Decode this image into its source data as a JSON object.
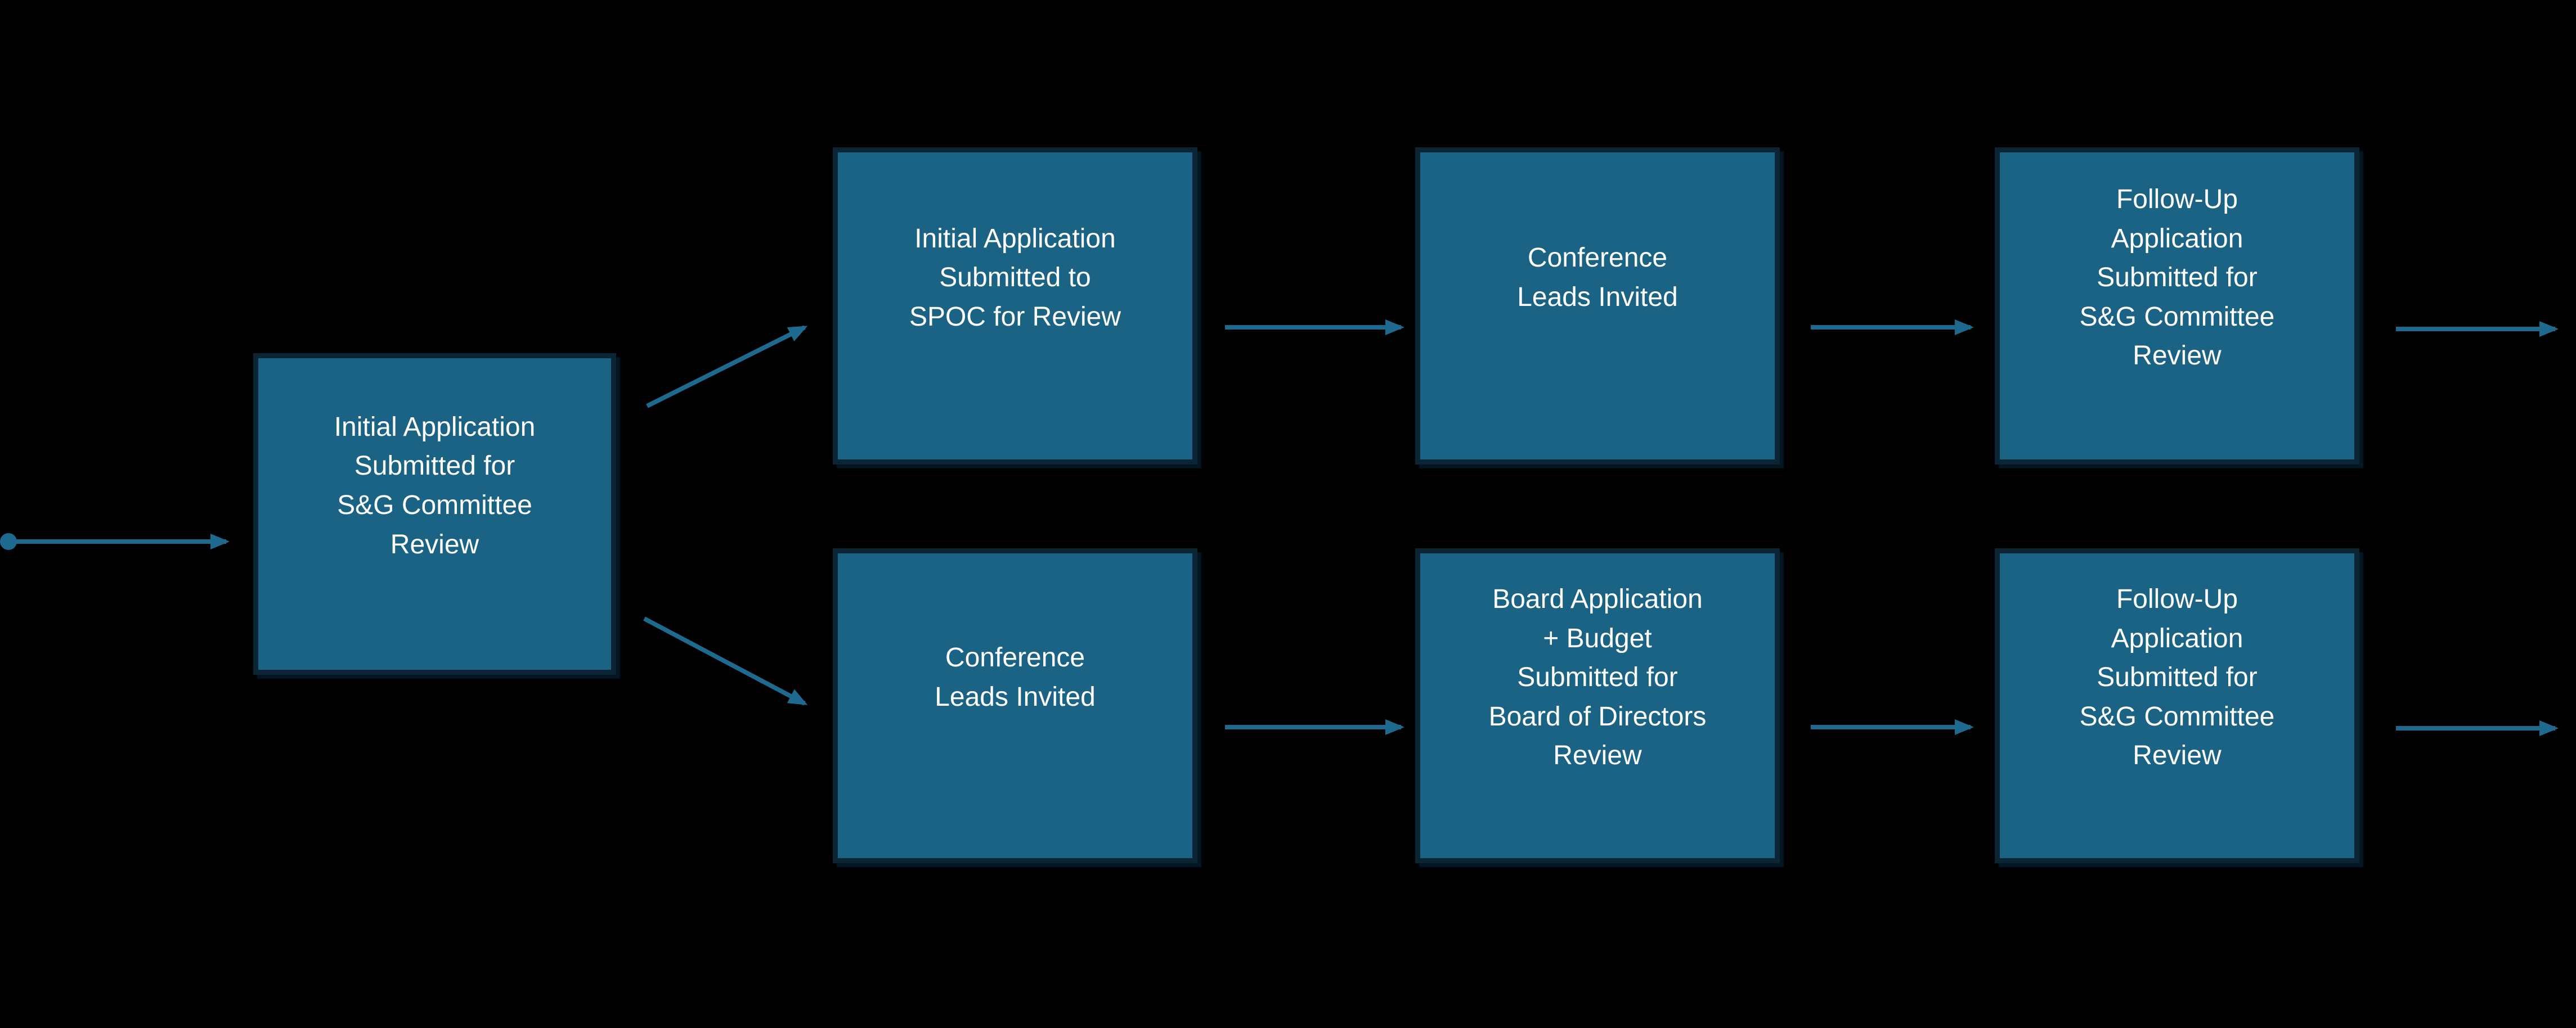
{
  "diagram": {
    "type": "flowchart",
    "colors": {
      "background": "#000000",
      "node_fill": "#1a6384",
      "node_border": "#0b2535",
      "arrow": "#1e6a8e",
      "text": "#ffffff"
    },
    "nodes": [
      {
        "id": "initial-application-sg-review",
        "label": "Initial Application\nSubmitted for\nS&G Committee\nReview"
      },
      {
        "id": "initial-application-spoc-review",
        "label": "Initial Application\nSubmitted to\nSPOC for Review"
      },
      {
        "id": "conference-leads-invited-top",
        "label": "Conference\nLeads Invited"
      },
      {
        "id": "follow-up-sg-review-top",
        "label": "Follow-Up\nApplication\nSubmitted for\nS&G Committee\nReview"
      },
      {
        "id": "conference-leads-invited-bottom",
        "label": "Conference\nLeads Invited"
      },
      {
        "id": "board-application-budget-review",
        "label": "Board Application\n+ Budget\nSubmitted for\nBoard of Directors\nReview"
      },
      {
        "id": "follow-up-sg-review-bottom",
        "label": "Follow-Up\nApplication\nSubmitted for\nS&G Committee\nReview"
      }
    ],
    "edges": [
      {
        "from": "start-dot",
        "to": "initial-application-sg-review"
      },
      {
        "from": "initial-application-sg-review",
        "to": "initial-application-spoc-review"
      },
      {
        "from": "initial-application-sg-review",
        "to": "conference-leads-invited-bottom"
      },
      {
        "from": "initial-application-spoc-review",
        "to": "conference-leads-invited-top"
      },
      {
        "from": "conference-leads-invited-top",
        "to": "follow-up-sg-review-top"
      },
      {
        "from": "follow-up-sg-review-top",
        "to": "exit-top"
      },
      {
        "from": "conference-leads-invited-bottom",
        "to": "board-application-budget-review"
      },
      {
        "from": "board-application-budget-review",
        "to": "follow-up-sg-review-bottom"
      },
      {
        "from": "follow-up-sg-review-bottom",
        "to": "exit-bottom"
      }
    ]
  }
}
